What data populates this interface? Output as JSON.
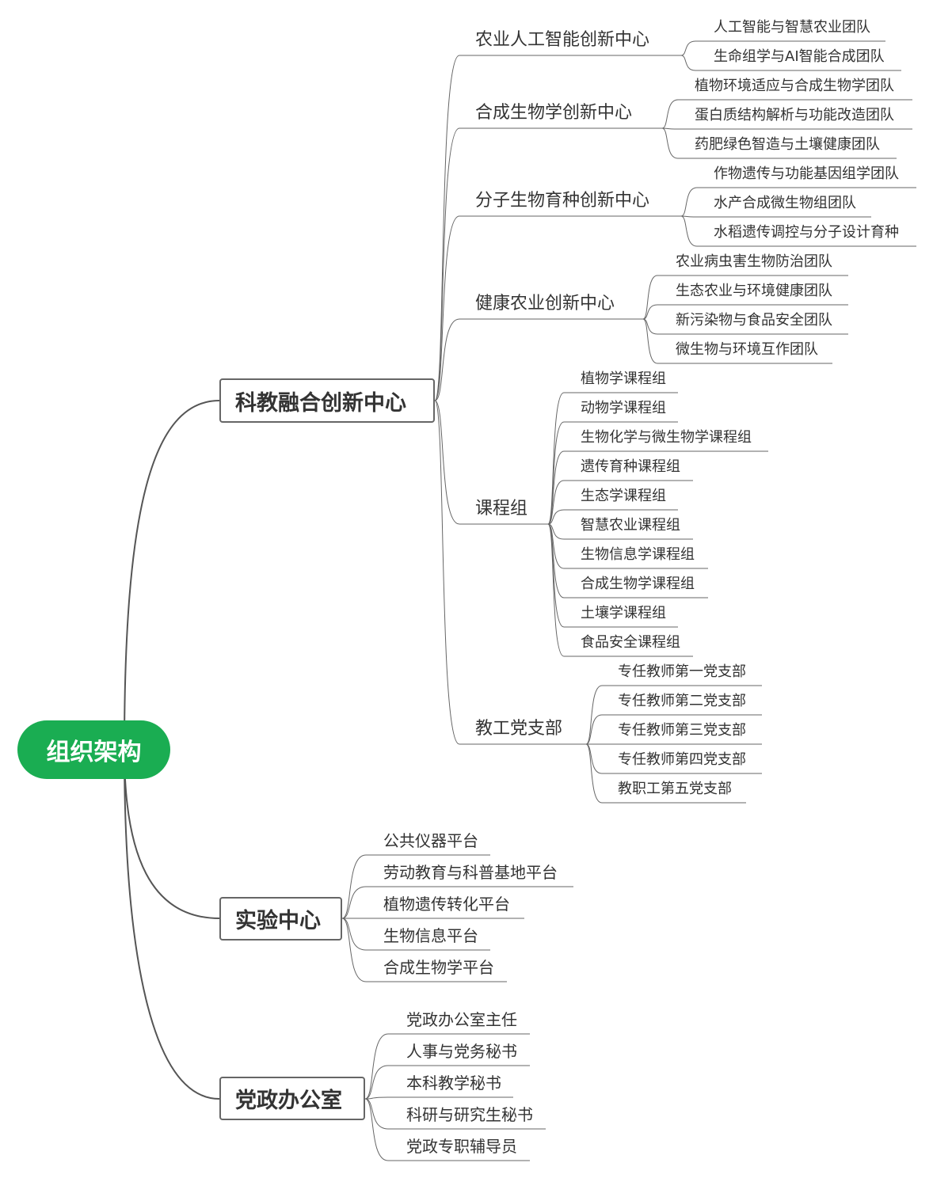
{
  "root": {
    "label": "组织架构",
    "color": "#1aad52"
  },
  "branches": [
    {
      "label": "科教融合创新中心",
      "children": [
        {
          "label": "农业人工智能创新中心",
          "children": [
            "人工智能与智慧农业团队",
            "生命组学与AI智能合成团队"
          ]
        },
        {
          "label": "合成生物学创新中心",
          "children": [
            "植物环境适应与合成生物学团队",
            "蛋白质结构解析与功能改造团队",
            "药肥绿色智造与土壤健康团队"
          ]
        },
        {
          "label": "分子生物育种创新中心",
          "children": [
            "作物遗传与功能基因组学团队",
            "水产合成微生物组团队",
            "水稻遗传调控与分子设计育种"
          ]
        },
        {
          "label": "健康农业创新中心",
          "children": [
            "农业病虫害生物防治团队",
            "生态农业与环境健康团队",
            "新污染物与食品安全团队",
            "微生物与环境互作团队"
          ]
        },
        {
          "label": "课程组",
          "children": [
            "植物学课程组",
            "动物学课程组",
            "生物化学与微生物学课程组",
            "遗传育种课程组",
            "生态学课程组",
            "智慧农业课程组",
            "生物信息学课程组",
            "合成生物学课程组",
            "土壤学课程组",
            "食品安全课程组"
          ]
        },
        {
          "label": "教工党支部",
          "children": [
            "专任教师第一党支部",
            "专任教师第二党支部",
            "专任教师第三党支部",
            "专任教师第四党支部",
            "教职工第五党支部"
          ]
        }
      ]
    },
    {
      "label": "实验中心",
      "children": [
        "公共仪器平台",
        "劳动教育与科普基地平台",
        "植物遗传转化平台",
        "生物信息平台",
        "合成生物学平台"
      ]
    },
    {
      "label": "党政办公室",
      "children": [
        "党政办公室主任",
        "人事与党务秘书",
        "本科教学秘书",
        "科研与研究生秘书",
        "党政专职辅导员"
      ]
    }
  ]
}
